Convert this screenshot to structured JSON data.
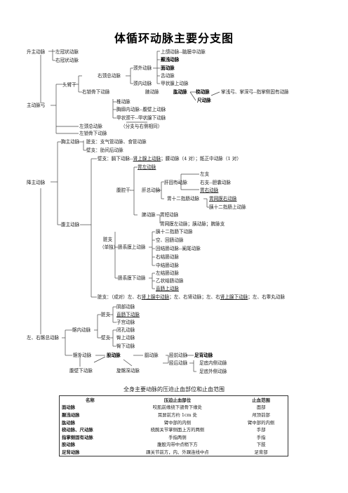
{
  "title": "体循环动脉主要分支图",
  "tree": {
    "aorta_ascending": "升主动脉",
    "left_coronary": "左冠状动脉",
    "right_coronary": "右冠状动脉",
    "aortic_arch": "主动脉弓",
    "brachiocephalic": "头臂干",
    "right_common_carotid": "右颈总动脉",
    "external_carotid": "颈外动脉",
    "internal_carotid": "颈内动脉",
    "ext_br_1": "上颌动脉--脑膜中动脉",
    "ext_br_2": "颞浅动脉",
    "ext_br_3": "面动脉",
    "ext_br_4": "舌动脉",
    "ext_br_5": "甲状腺上动脉",
    "right_subclavian": "右锁骨下动脉",
    "axillary": "腋动脉",
    "brachial": "肱动脉",
    "radial": "桡动脉",
    "ulnar": "尺动脉",
    "palmar_arches": "掌浅弓、掌深弓--指掌侧固有动脉",
    "sub_vertebral": "椎动脉",
    "sub_internal_thoracic": "胸廓内动脉--腹壁上动脉",
    "sub_thyrocervical": "甲状颈干--甲状腺下动脉",
    "left_common_carotid": "左颈总动脉",
    "left_subclavian": "左锁骨下动脉",
    "branch_note": "（分支与右侧相同）",
    "descending_aorta": "降主动脉",
    "thoracic_aorta": "胸主动脉",
    "thoracic_visceral": "脏支：支气管动脉、食管动脉",
    "thoracic_parietal": "壁支：肋间后动脉",
    "abdominal_aorta": "腹主动脉",
    "abd_parietal_1": "壁支：膈下动脉--",
    "abd_parietal_2": "肾上腺上动脉",
    "abd_parietal_3": "；腰动脉（4 对）；骶正中动脉（1 对）",
    "celiac_trunk": "腹腔干",
    "left_gastric": "胃左动脉",
    "common_hepatic": "肝总动脉",
    "proper_hepatic": "肝固有动脉",
    "left_branch": "左支",
    "right_branch_cystic": "右支--胆囊动脉",
    "right_gastric": "胃右动脉",
    "gastroduodenal": "胃十二指肠动脉",
    "right_gastroepiploic": "胃网膜右动脉",
    "sup_pancreaticoduodenal": "胰十二指肠上动脉",
    "splenic": "脾动脉",
    "short_gastric": "胃短动脉",
    "left_gastroepiploic_line": "胃网膜左动脉；胰动脉；脾脉支",
    "unpaired_1": "脏支",
    "unpaired_2": "（单独）",
    "superior_mesenteric": "肠系膜上动脉",
    "sma_br_1": "胰十二指肠下动脉",
    "sma_br_2": "空、回肠动脉",
    "sma_br_3": "回结肠动脉--阑尾动脉",
    "sma_br_4": "右结肠动脉",
    "sma_br_5": "中结肠动脉",
    "inferior_mesenteric": "肠系膜下动脉",
    "ima_br_1": "左结肠动脉",
    "ima_br_2": "乙状结肠动脉",
    "ima_br_3": "直肠上动脉",
    "paired_prefix": "脏支：（成对）左、右",
    "paired_1": "肾上腺中动脉",
    "paired_2": "；左、右肾动脉；左、右",
    "paired_3": "肾上腺下动脉",
    "paired_4": "；左、右睾丸动脉",
    "common_iliac": "左、右髂总动脉",
    "internal_iliac": "髂内动脉",
    "ii_visceral": "脏支",
    "ii_parietal": "壁支",
    "ii_v_1": "阴部动脉",
    "ii_v_2": "直肠下动脉",
    "ii_v_3": "子宫动脉",
    "ii_p_1": "闭孔动脉",
    "ii_p_2": "臀上动脉",
    "ii_p_3": "臀下动脉",
    "external_iliac": "髂外动脉",
    "femoral": "股动脉",
    "popliteal": "腘动脉",
    "anterior_tibial": "胫前动脉",
    "dorsalis_pedis": "足背动脉",
    "posterior_tibial": "胫后动脉",
    "medial_plantar": "足底内侧动脉",
    "lateral_plantar": "足底外侧动脉",
    "inferior_epigastric": "腹壁下动脉",
    "deep_iliac_circumflex": "旋髂深动脉"
  },
  "table": {
    "caption": "全身主要动脉的压迫止血部位和止血范围",
    "headers": [
      "名称",
      "压迫止血部位",
      "止血范围"
    ],
    "rows": [
      [
        "面动脉",
        "咬肌前缘绕下颌骨下缘处",
        "面部"
      ],
      [
        "颞浅动脉",
        "耳屏前方约 1cm 处",
        "颅顶前部"
      ],
      [
        "肱动脉",
        "臂中部的内侧",
        "臂中部的内侧"
      ],
      [
        "桡动脉、尺动脉",
        "桡腕关节掌侧面上方的两侧",
        "手部"
      ],
      [
        "指掌侧固有动脉",
        "手指两侧",
        "手指"
      ],
      [
        "股动脉",
        "腹股沟带中点稍下方",
        "下肢"
      ],
      [
        "足背动脉",
        "踝关节前方，内、外踝连线中点",
        "足背部"
      ]
    ]
  }
}
